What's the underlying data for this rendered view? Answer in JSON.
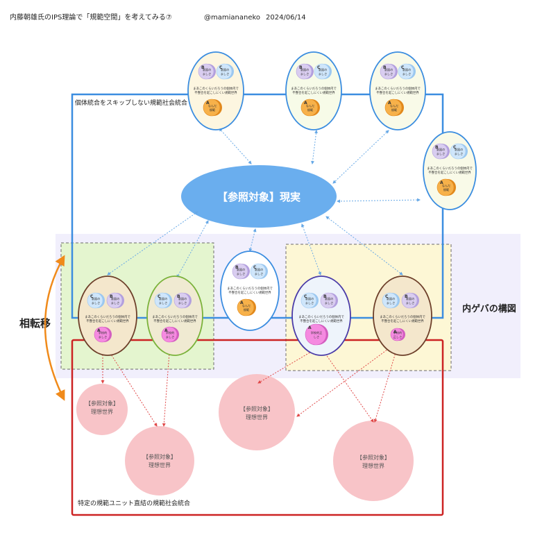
{
  "header": {
    "title": "内藤朝雄氏のIPS理論で「規範空間」を考えてみる⑦",
    "author": "@mamiananeko",
    "date": "2024/06/14"
  },
  "labels": {
    "individual_skip": "個体統合をスキップしない規範社会統合",
    "unit_direct": "特定の規範ユニット直結の規範社会統合",
    "inner_gebba": "内ゲバの構図",
    "phase_transition": "相転移",
    "reality": "【参照対象】現実",
    "ideal_tag": "【参照対象】",
    "ideal_world": "理想世界"
  },
  "unit_text": {
    "a_normal": "A",
    "b_label": "B",
    "c_label": "C",
    "caption_line1": "まあこのくらいだろうの個体内で",
    "caption_line2": "不整合を起こしにくい規範世界",
    "a_sub": "なんだ\n規範",
    "b_sub": "意図の\nましさ",
    "c_sub": "意図の\nましさ",
    "a_pink_sub": "学校的\nましさ",
    "a_purple_sub": "学校的正\nしさ",
    "a_small_sub": "学校的\n正しさ"
  },
  "colors": {
    "blue_frame": "#3b8de0",
    "red_frame": "#cc2222",
    "green_zone": "#e4f5cf",
    "yellow_zone": "#fdf7d5",
    "lavender_band": "#f1effc",
    "reality_fill": "#6aaeee",
    "ideal_fill": "#f8c4c8",
    "orange_arrow": "#f08a1a"
  }
}
